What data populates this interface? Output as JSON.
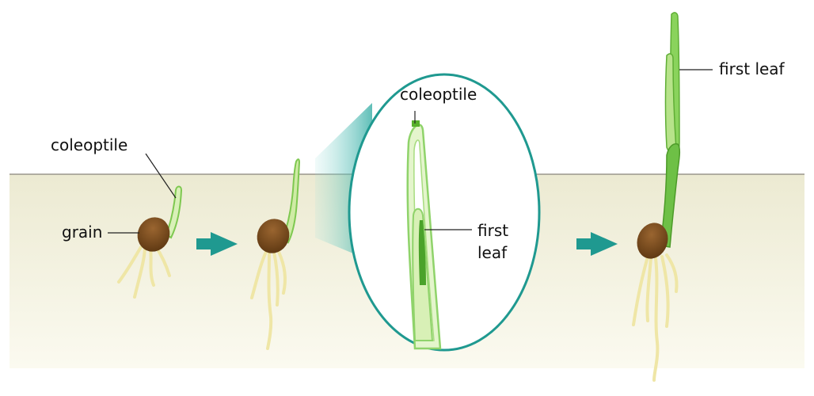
{
  "labels": {
    "stage1_coleoptile": "coleoptile",
    "stage1_grain": "grain",
    "inset_coleoptile": "coleoptile",
    "inset_first_leaf_line1": "first",
    "inset_first_leaf_line2": "leaf",
    "stage3_first_leaf": "first leaf"
  },
  "colors": {
    "soil": "#f3f1dc",
    "soil_surface": "#9a968c",
    "seed": "#7a4a1d",
    "shoot": "#7ec850",
    "shoot_light": "#d6eeb4",
    "root": "#f5f0c0",
    "arrow": "#1f9990",
    "inset_border": "#1f9990"
  }
}
